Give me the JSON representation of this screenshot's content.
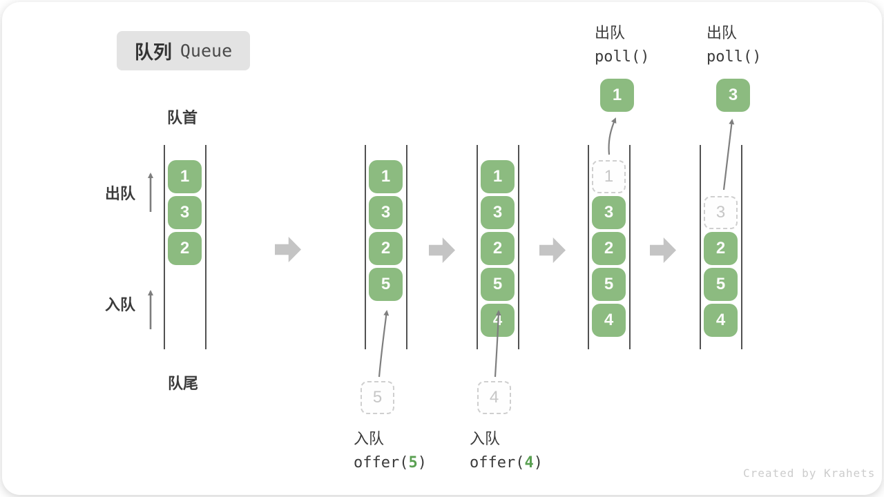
{
  "title": {
    "zh": "队列",
    "en": "Queue"
  },
  "side_labels": {
    "head": "队首",
    "tail": "队尾",
    "dequeue": "出队",
    "enqueue": "入队"
  },
  "queues": [
    {
      "cells": [
        "1",
        "3",
        "2"
      ]
    },
    {
      "cells": [
        "1",
        "3",
        "2",
        "5"
      ],
      "pending": "5",
      "op": {
        "action": "入队",
        "fn_open": "offer(",
        "arg": "5",
        "fn_close": ")"
      }
    },
    {
      "cells": [
        "1",
        "3",
        "2",
        "5",
        "4"
      ],
      "pending": "4",
      "op": {
        "action": "入队",
        "fn_open": "offer(",
        "arg": "4",
        "fn_close": ")"
      }
    },
    {
      "removed": "1",
      "cells": [
        "3",
        "2",
        "5",
        "4"
      ],
      "polled": "1",
      "op": {
        "action": "出队",
        "fn": "poll()"
      }
    },
    {
      "removed": "3",
      "cells": [
        "2",
        "5",
        "4"
      ],
      "polled": "3",
      "op": {
        "action": "出队",
        "fn": "poll()"
      }
    }
  ],
  "colors": {
    "cell_green": "#8cbb80",
    "arg_green": "#5aa052",
    "block_arrow_gray": "#c4c4c4",
    "thin_arrow_gray": "#7e7e7e",
    "dashed_border": "#cfcfcf",
    "title_badge_bg": "#e3e3e3"
  },
  "footer": {
    "credit": "Created by Krahets"
  }
}
